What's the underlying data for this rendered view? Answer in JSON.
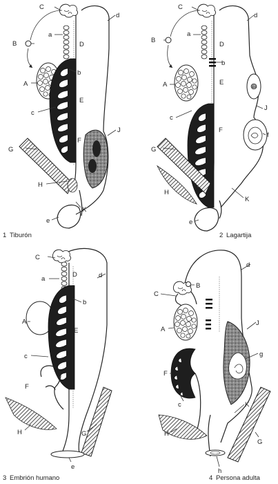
{
  "panels": [
    {
      "number": "1",
      "caption": "Tiburón",
      "labels": [
        "C",
        "a",
        "B",
        "D",
        "b",
        "A",
        "E",
        "c",
        "F",
        "J",
        "G",
        "H",
        "K",
        "e",
        "d"
      ]
    },
    {
      "number": "2",
      "caption": "Lagartija",
      "labels": [
        "C",
        "a",
        "B",
        "D",
        "b",
        "A",
        "E",
        "J",
        "c",
        "F",
        "f",
        "G",
        "H",
        "K",
        "e",
        "d"
      ]
    },
    {
      "number": "3",
      "caption": "Embrión humano",
      "labels": [
        "C",
        "a",
        "D",
        "b",
        "A",
        "E",
        "c",
        "F",
        "H",
        "G",
        "e",
        "d"
      ]
    },
    {
      "number": "4",
      "caption": "Persona adulta",
      "labels": [
        "C",
        "B",
        "A",
        "F",
        "c",
        "J",
        "g",
        "K",
        "H",
        "h",
        "G",
        "d"
      ]
    }
  ]
}
